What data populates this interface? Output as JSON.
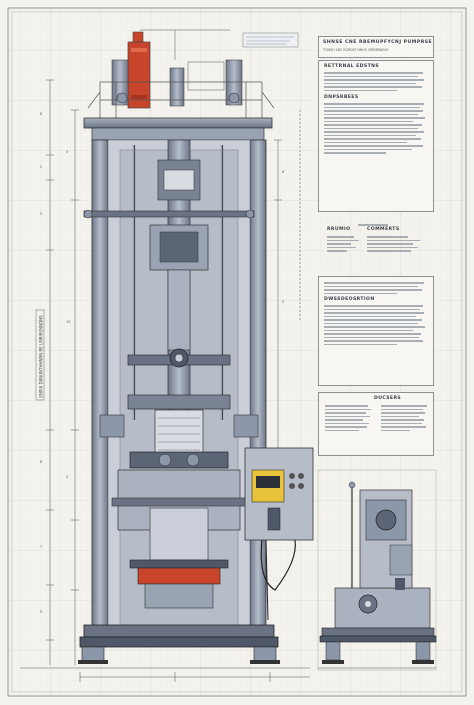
{
  "sheet": {
    "title_block": {
      "title_line_1": "SHNSE CNE RBEMUPFYCNJ PUMPRSE",
      "title_line_2": "TONGH SDE RGRDSF DNHO MRDBRAEUE"
    },
    "sections": {
      "s1": "RETTRNAL EDSTNS",
      "s2": "DNPSRBEES",
      "s3": "RRUMIO",
      "s3b": "COMMERTS",
      "s4": "DWSSDEOSRTION",
      "s5": "DUCSERS"
    },
    "side_label": "ENPUI DIINUNTHHNRN RE LMRIRENNDNS",
    "dimension_marks": [
      "8",
      "2",
      "5",
      "8",
      "7",
      "5",
      "5",
      "10",
      "5",
      "5",
      "6"
    ],
    "colors": {
      "steel": "#8d97aa",
      "steel_dark": "#4f5868",
      "accent_red": "#c8452c",
      "panel_yellow": "#e8c23a"
    }
  }
}
